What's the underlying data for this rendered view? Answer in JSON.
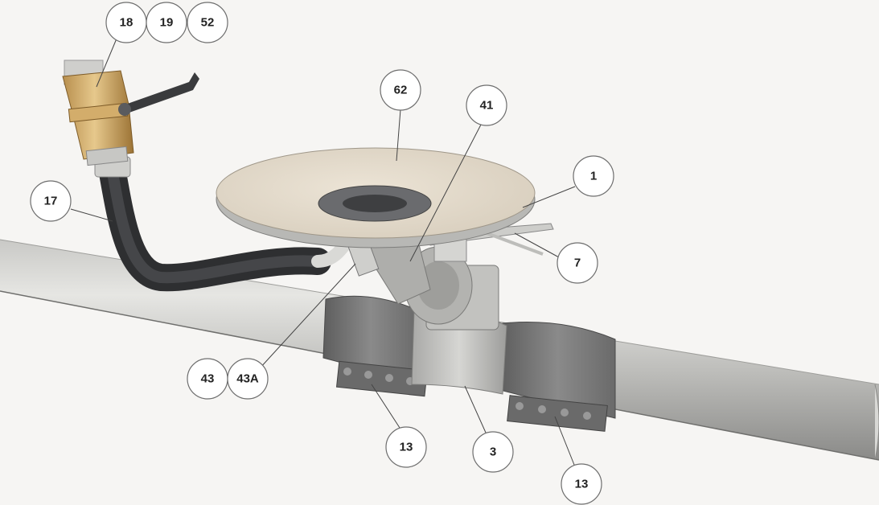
{
  "callouts": [
    {
      "id": "c18",
      "label": "18"
    },
    {
      "id": "c19",
      "label": "19"
    },
    {
      "id": "c52",
      "label": "52"
    },
    {
      "id": "c62",
      "label": "62"
    },
    {
      "id": "c41",
      "label": "41"
    },
    {
      "id": "c1",
      "label": "1"
    },
    {
      "id": "c17",
      "label": "17"
    },
    {
      "id": "c7",
      "label": "7"
    },
    {
      "id": "c43",
      "label": "43"
    },
    {
      "id": "c43a",
      "label": "43A"
    },
    {
      "id": "c13a",
      "label": "13"
    },
    {
      "id": "c3",
      "label": "3"
    },
    {
      "id": "c13b",
      "label": "13"
    }
  ]
}
